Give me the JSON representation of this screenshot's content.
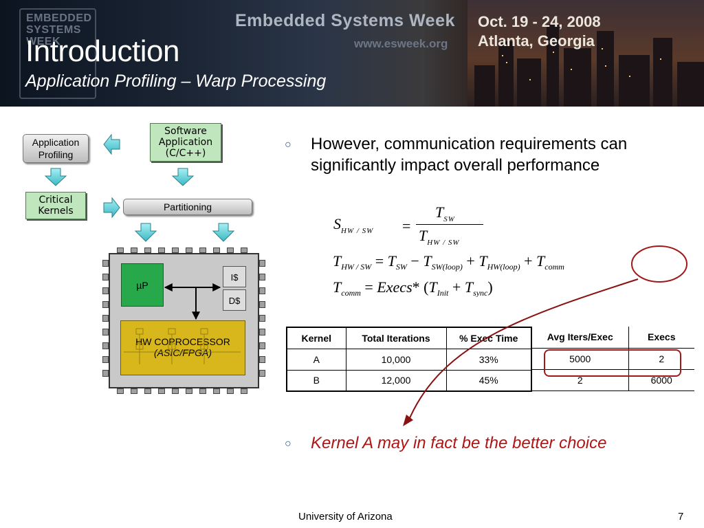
{
  "header": {
    "logo_lines": [
      "EMBEDDED",
      "SYSTEMS",
      "WEEK"
    ],
    "event_name": "Embedded Systems Week",
    "website": "www.esweek.org",
    "dates": "Oct. 19 - 24, 2008",
    "location": "Atlanta, Georgia",
    "title": "Introduction",
    "subtitle": "Application Profiling – Warp Processing"
  },
  "diagram": {
    "software_app": [
      "Software",
      "Application",
      "(C/C++)"
    ],
    "app_profiling": [
      "Application",
      "Profiling"
    ],
    "critical_kernels": [
      "Critical",
      "Kernels"
    ],
    "partitioning": "Partitioning",
    "microprocessor": "µP",
    "icache": "I$",
    "dcache": "D$",
    "coprocessor": "HW COPROCESSOR",
    "coprocessor_sub": "(ASIC/FPGA)"
  },
  "bullets": {
    "b1": "However, communication requirements can significantly impact overall performance",
    "b2": "Kernel A may in fact be the better choice"
  },
  "formulas": {
    "f1_lhs": "S",
    "f1_lhs_sub": "HW / SW",
    "f1_num": "T",
    "f1_num_sub": "SW",
    "f1_den": "T",
    "f1_den_sub": "HW / SW",
    "f2": "T_HW/SW = T_SW − T_SW(loop) + T_HW(loop) + T_comm",
    "f3": "T_comm = Execs * (T_Init + T_sync)"
  },
  "table1": {
    "headers": [
      "Kernel",
      "Total Iterations",
      "% Exec Time"
    ],
    "rows": [
      [
        "A",
        "10,000",
        "33%"
      ],
      [
        "B",
        "12,000",
        "45%"
      ]
    ]
  },
  "table2": {
    "headers": [
      "Avg Iters/Exec",
      "Execs"
    ],
    "rows": [
      [
        "5000",
        "2"
      ],
      [
        "2",
        "6000"
      ]
    ]
  },
  "footer": {
    "institution": "University of Arizona",
    "page": "7"
  },
  "colors": {
    "accent_red": "#b01515",
    "annotation_red": "#8b1010",
    "bullet_blue": "#1f4f8f"
  }
}
